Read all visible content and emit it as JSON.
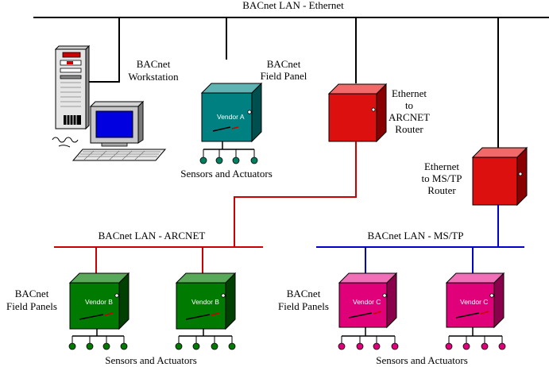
{
  "networks": {
    "ethernet": "BACnet LAN - Ethernet",
    "arcnet": "BACnet LAN - ARCNET",
    "mstp": "BACnet LAN - MS/TP"
  },
  "labels": {
    "workstation": [
      "BACnet",
      "Workstation"
    ],
    "field_panel": [
      "BACnet",
      "Field Panel"
    ],
    "arcnet_router": [
      "Ethernet",
      "to",
      "ARCNET",
      "Router"
    ],
    "mstp_router": [
      "Ethernet",
      "to MS/TP",
      "Router"
    ],
    "field_panels_left": [
      "BACnet",
      "Field Panels"
    ],
    "field_panels_right": [
      "BACnet",
      "Field Panels"
    ],
    "sensors_top": "Sensors and Actuators",
    "sensors_left": "Sensors and Actuators",
    "sensors_right": "Sensors and Actuators"
  },
  "vendors": {
    "a": "Vendor A",
    "b1": "Vendor B",
    "b2": "Vendor B",
    "c1": "Vendor C",
    "c2": "Vendor C"
  },
  "colors": {
    "ethernet_line": "#000000",
    "arcnet_line": "#cc0000",
    "mstp_line": "#0000cc",
    "panel_teal": "#008080",
    "panel_green": "#007a00",
    "panel_magenta": "#e0007a",
    "router_red": "#dd1010"
  }
}
